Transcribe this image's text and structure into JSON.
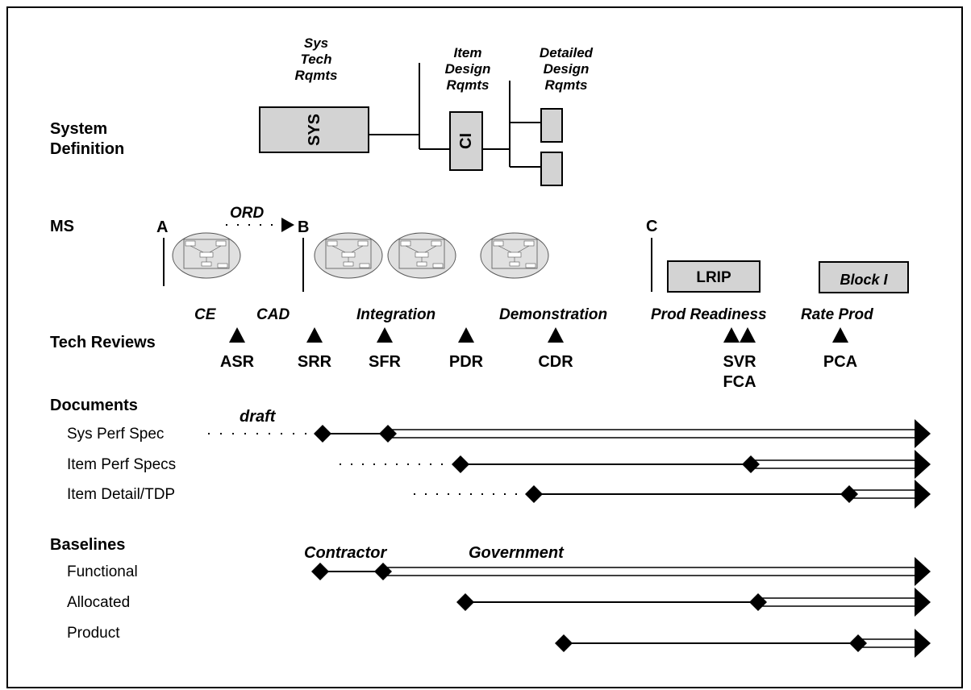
{
  "system_definition": {
    "label_line1": "System",
    "label_line2": "Definition",
    "header_sys": [
      "Sys",
      "Tech",
      "Rqmts"
    ],
    "header_item": [
      "Item",
      "Design",
      "Rqmts"
    ],
    "header_detail": [
      "Detailed",
      "Design",
      "Rqmts"
    ],
    "sys_box": "SYS",
    "ci_box": "CI"
  },
  "milestones": {
    "label": "MS",
    "a": "A",
    "b": "B",
    "c": "C",
    "ord": "ORD"
  },
  "phases": {
    "ce": "CE",
    "cad": "CAD",
    "integration": "Integration",
    "demonstration": "Demonstration",
    "prod_readiness": "Prod Readiness",
    "rate_prod": "Rate Prod",
    "lrip": "LRIP",
    "block_i": "Block I"
  },
  "tech_reviews": {
    "label": "Tech Reviews",
    "asr": "ASR",
    "srr": "SRR",
    "sfr": "SFR",
    "pdr": "PDR",
    "cdr": "CDR",
    "svr": "SVR",
    "fca": "FCA",
    "pca": "PCA"
  },
  "documents": {
    "label": "Documents",
    "draft": "draft",
    "sys_perf_spec": "Sys Perf Spec",
    "item_perf_specs": "Item Perf Specs",
    "item_detail_tdp": "Item Detail/TDP"
  },
  "baselines": {
    "label": "Baselines",
    "contractor": "Contractor",
    "government": "Government",
    "functional": "Functional",
    "allocated": "Allocated",
    "product": "Product"
  },
  "colors": {
    "box_fill": "#d3d3d3",
    "ellipse_fill": "#e0e0e0",
    "line": "#000000"
  }
}
